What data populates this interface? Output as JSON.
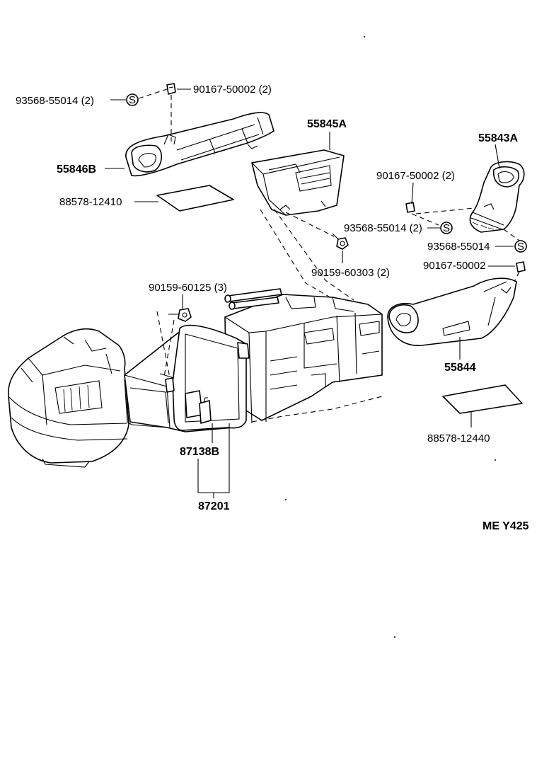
{
  "labels": {
    "p93568_55014_a": "93568-55014 (2)",
    "p90167_50002_a": "90167-50002 (2)",
    "p55846B": "55846B",
    "p88578_12410": "88578-12410",
    "p55845A": "55845A",
    "p55843A": "55843A",
    "p90167_50002_b": "90167-50002 (2)",
    "p93568_55014_b": "93568-55014 (2)",
    "p93568_55014_c": "93568-55014",
    "p90159_60303": "90159-60303 (2)",
    "p90167_50002_c": "90167-50002",
    "p90159_60125": "90159-60125 (3)",
    "p55844": "55844",
    "p88578_12440": "88578-12440",
    "p87138B": "87138B",
    "p87201": "87201",
    "ref_code": "ME  Y425"
  },
  "symbols": {
    "clip_mark": "S"
  }
}
